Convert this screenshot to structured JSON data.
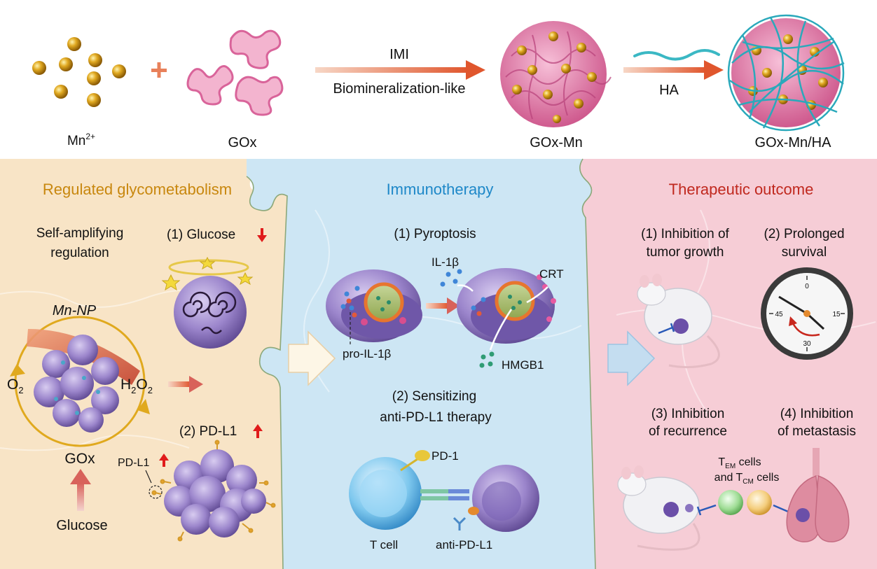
{
  "synthesis": {
    "mn_label": "Mn",
    "mn_superscript": "2+",
    "gox_label": "GOx",
    "arrow1_top": "IMI",
    "arrow1_bottom": "Biomineralization-like",
    "goxmn_label": "GOx-Mn",
    "arrow2_label": "HA",
    "final_label": "GOx-Mn/HA"
  },
  "panel_left": {
    "title": "Regulated glycometabolism",
    "self_amp_line1": "Self-amplifying",
    "self_amp_line2": "regulation",
    "glucose_item": "(1) Glucose",
    "mn_np": "Mn-NP",
    "o2": "O",
    "o2_sub": "2",
    "h2o2_h": "H",
    "h2o2_sub1": "2",
    "h2o2_o": "O",
    "h2o2_sub2": "2",
    "gox": "GOx",
    "glucose": "Glucose",
    "pdl1_item": "(2) PD-L1",
    "pdl1_small": "PD-L1"
  },
  "panel_mid": {
    "title": "Immunotherapy",
    "pyro_item": "(1) Pyroptosis",
    "il1b": "IL-1β",
    "crt": "CRT",
    "pro_il1b": "pro-IL-1β",
    "hmgb1": "HMGB1",
    "sens_line1": "(2) Sensitizing",
    "sens_line2": "anti-PD-L1 therapy",
    "pd1": "PD-1",
    "tcell": "T cell",
    "anti_pdl1": "anti-PD-L1"
  },
  "panel_right": {
    "title": "Therapeutic outcome",
    "out1_line1": "(1) Inhibition of",
    "out1_line2": "tumor growth",
    "out2_line1": "(2) Prolonged",
    "out2_line2": "survival",
    "out3_line1": "(3) Inhibition",
    "out3_line2": "of recurrence",
    "out4_line1": "(4) Inhibition",
    "out4_line2": "of metastasis",
    "tem_T": "T",
    "tem_sub": "EM",
    "tem_rest": " cells",
    "tcm_and": "and T",
    "tcm_sub": "CM",
    "tcm_rest": " cells",
    "clock_0": "0",
    "clock_15": "15",
    "clock_30": "30",
    "clock_45": "45"
  },
  "colors": {
    "panel_left_bg": "#f8e4c6",
    "panel_mid_bg": "#cde6f4",
    "panel_right_bg": "#f6cdd6",
    "title_left": "#c8870e",
    "title_mid": "#1e88c8",
    "title_right": "#c0281e",
    "arrow_orange": "#e4603a",
    "cell_purple": "#9b85c9",
    "gold": "#d9a21c",
    "pink_protein": "#e27aa6",
    "up_down_arrow": "#e01b1b"
  },
  "icons": [
    "mn-ion-icon",
    "gox-protein-icon",
    "goxmn-particle-icon",
    "gox-mn-ha-particle-icon",
    "sad-cell-icon",
    "tumor-cluster-icon",
    "pyroptotic-cell-icon",
    "t-cell-icon",
    "tumor-cell-icon",
    "mouse-icon",
    "clock-icon",
    "lung-icon"
  ]
}
